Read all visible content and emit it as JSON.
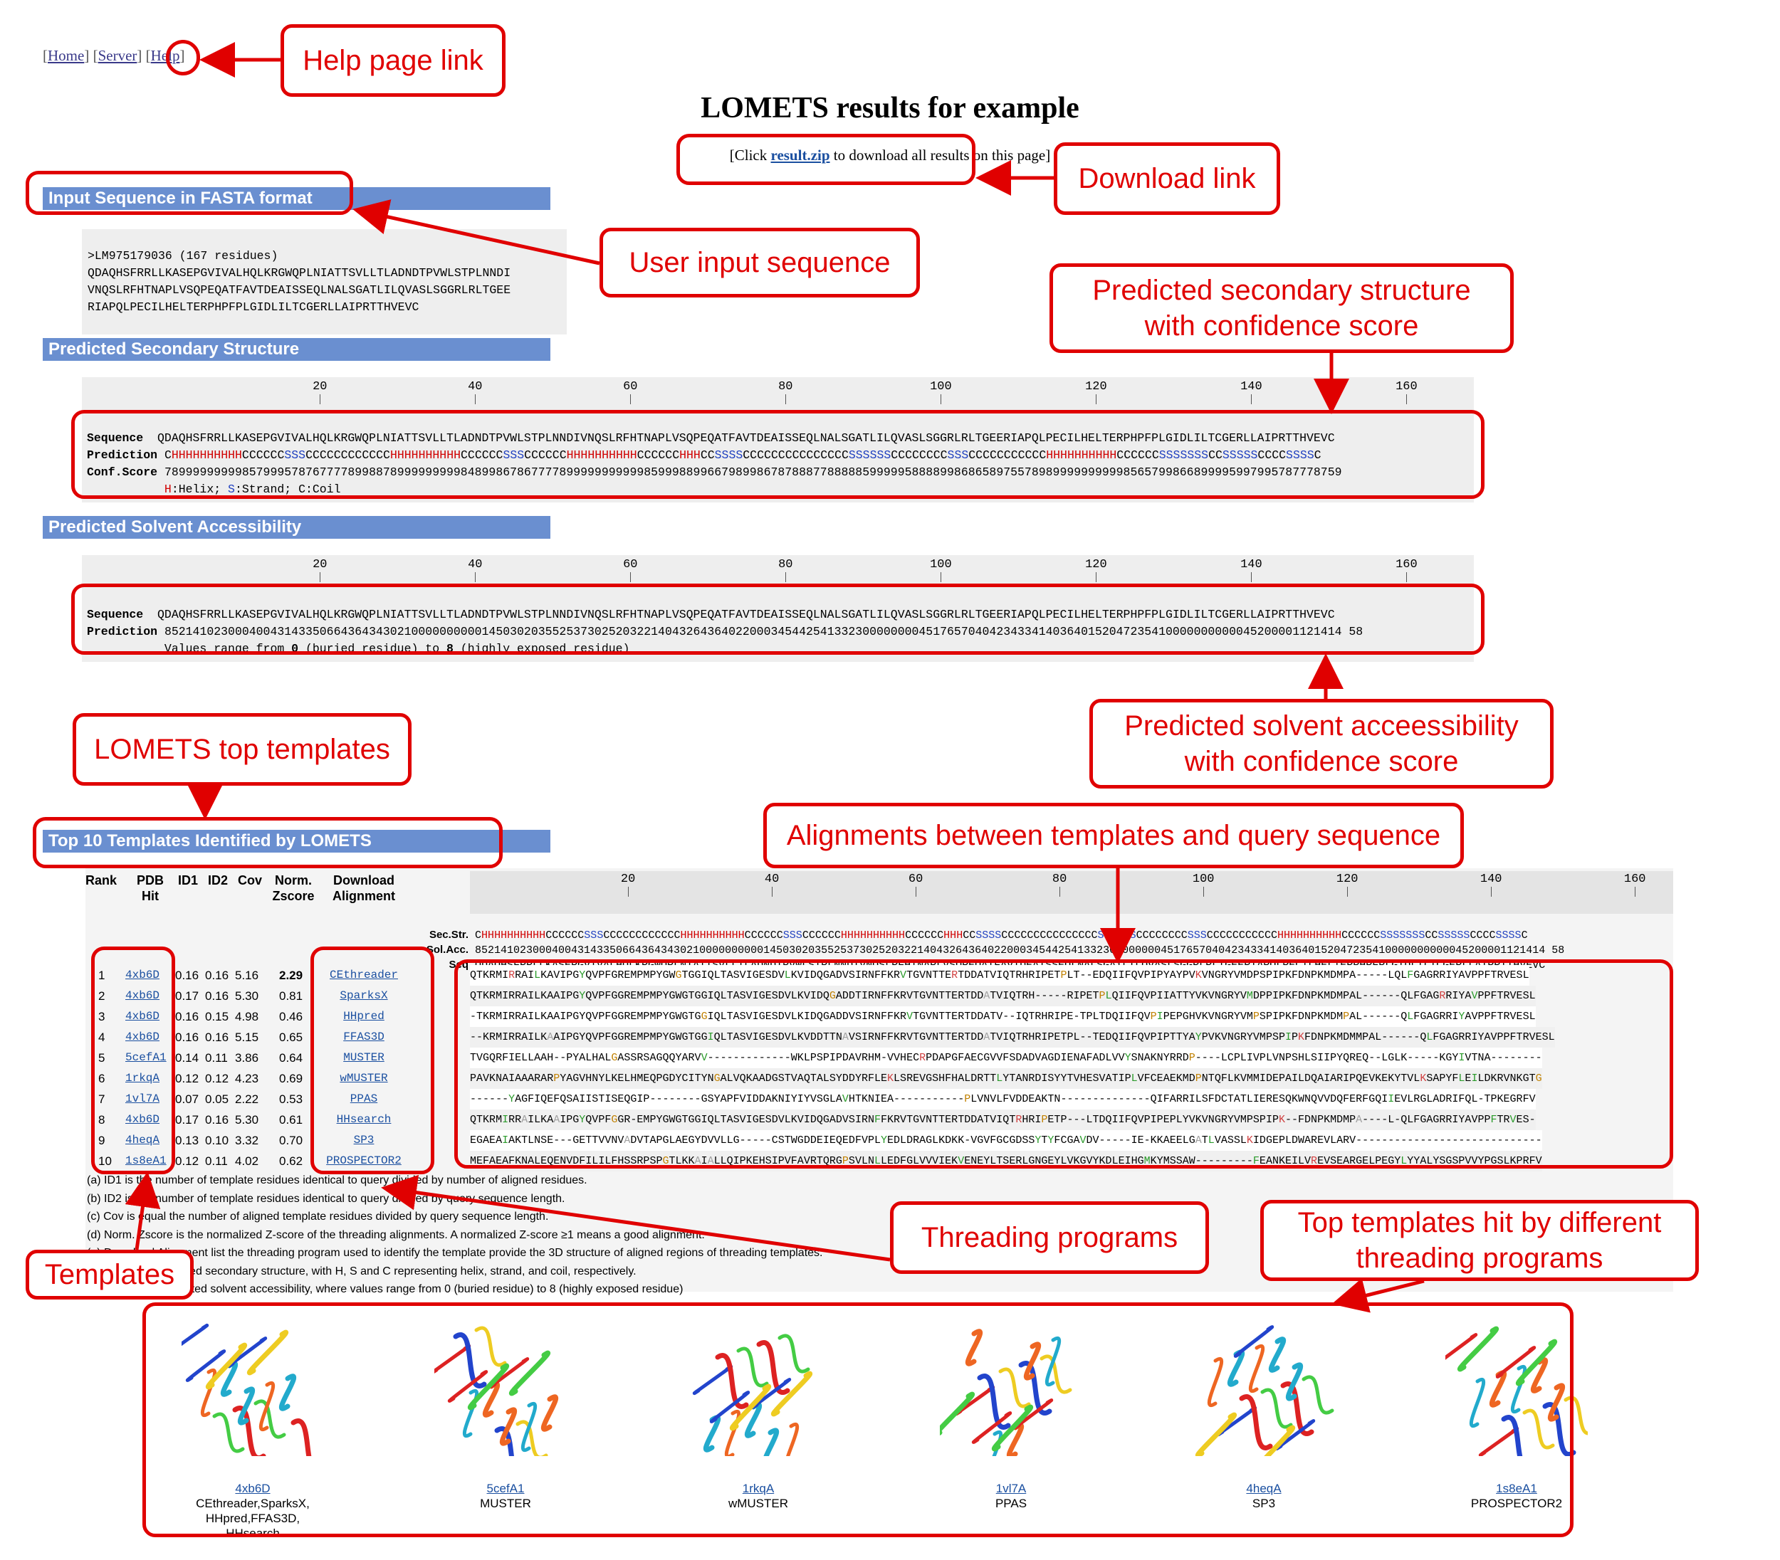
{
  "nav": {
    "home": "Home",
    "server": "Server",
    "help": "Help"
  },
  "title": "LOMETS results for example",
  "download": {
    "prefix": "[Click ",
    "link": "result.zip",
    "suffix": " to download all results on this page]"
  },
  "fasta": {
    "header": "Input Sequence in FASTA format",
    "lines": [
      ">LM975179036 (167 residues)",
      "QDAQHSFRRLLKASEPGVIVALHQLKRGWQPLNIATTSVLLTLADNDTPVWLSTPLNNDI",
      "VNQSLRFHTNAPLVSQPEQATFAVTDEAISSEQLNALSGATLILQVASLSGGRLRLTGEE",
      "RIAPQLPECILHELTERPHPFPLGIDLILTCGERLLAIPRTTHVEVC"
    ]
  },
  "ruler_ticks": [
    "20",
    "40",
    "60",
    "80",
    "100",
    "120",
    "140",
    "160"
  ],
  "ss": {
    "header": "Predicted Secondary Structure",
    "labels": {
      "seq": "Sequence",
      "pred": "Prediction",
      "conf": "Conf.Score"
    },
    "sequence": "QDAQHSFRRLLKASEPGVIVALHQLKRGWQPLNIATTSVLLTLADNDTPVWLSTPLNNDIVNQSLRFHTNAPLVSQPEQATFAVTDEAISSEQLNALSGATLILQVASLSGGRLRLTGEERIAPQLPECILHELTERPHPFPLGIDLILTCGERLLAIPRTTHVEVC",
    "prediction": "CHHHHHHHHHHCCCCCCSSSCCCCCCCCCCCCHHHHHHHHHHCCCCCCSSSCCCCCCHHHHHHHHHHCCCCCCHHHCCSSSSCCCCCCCCCCCCCCCSSSSSSCCCCCCCCSSSCCCCCCCCCCCHHHHHHHHHHCCCCCCSSSSSSSCCSSSSSCCCCSSSSC",
    "confidence": "78999999999857999578767777899887899999999984899867867777899999999999859998899667989986787888778888859999958888998686589755789899999999998565799866899995997995787778759",
    "legend": {
      "h": "H",
      "h_label": ":Helix; ",
      "s": "S",
      "s_label": ":Strand; C:Coil"
    }
  },
  "sa": {
    "header": "Predicted Solvent Accessibility",
    "labels": {
      "seq": "Sequence",
      "pred": "Prediction"
    },
    "sequence": "QDAQHSFRRLLKASEPGVIVALHQLKRGWQPLNIATTSVLLTLADNDTPVWLSTPLNNDIVNQSLRFHTNAPLVSQPEQATFAVTDEAISSEQLNALSGATLILQVASLSGGRLRLTGEERIAPQLPECILHELTERPHPFPLGIDLILTCGERLLAIPRTTHVEVC",
    "prediction": "85214102300040043143350664364343021000000000014503020355253730252032214043264364022000345442541332300000000451765704042343341403640152047235410000000000045200001121414 58",
    "legend": {
      "prefix": "Values range from ",
      "zero": "0",
      "mid": " (buried residue) to ",
      "eight": "8",
      "suffix": " (highly exposed residue)"
    }
  },
  "templates": {
    "header": "Top 10 Templates Identified by LOMETS",
    "columns": [
      "Rank",
      "PDB Hit",
      "ID1",
      "ID2",
      "Cov",
      "Norm. Zscore",
      "Download Alignment"
    ],
    "rows": [
      {
        "rank": "1",
        "pdb": "4xb6D",
        "id1": "0.16",
        "id2": "0.16",
        "cov": "5.16",
        "z": "2.29",
        "prog": "CEthreader",
        "aln": "QTKRMIRRAILKAVIPGYQVPFGREMPMPYGWGTGGIQLTASVIGESDVLKVIDQGADVSIRNFFKRVTGVNTTERTDDATVIQTRHRIPETPLT--EDQIIFQVPIPYAYPVKVNGRYVMDPSPIPKFDNPKMDMPA-----LQLFGAGRRIYAVPPFTRVESL"
      },
      {
        "rank": "2",
        "pdb": "4xb6D",
        "id1": "0.17",
        "id2": "0.16",
        "cov": "5.30",
        "z": "0.81",
        "prog": "SparksX",
        "aln": "QTKRMIRRAILKAAIPGYQVPFGGREMPMPYGWGTGGIQLTASVIGESDVLKVIDQGADDTIRNFFKRVTGVNTTERTDDATVIQTRH-----RIPETPLQIIFQVPIIATTYVKVNGRYVMDPPIPKFDNPKMDMPAL------QLFGAGRRIYAVPPFTRVESL"
      },
      {
        "rank": "3",
        "pdb": "4xb6D",
        "id1": "0.16",
        "id2": "0.15",
        "cov": "4.98",
        "z": "0.46",
        "prog": "HHpred",
        "aln": "-TKRMIRRAILKAAIPGYQVPFGGREMPMPYGWGTGGIQLTASVIGESDVLKIDQGADDVSIRNFFKRVTGVNTTERTDDATV--IQTRHRIPE-TPLTDQIIFQVPIPEPGHVKVNGRYVMPSPIPKFDNPKMDMPAL------QLFGAGRRIYAVPPFTRVESL"
      },
      {
        "rank": "4",
        "pdb": "4xb6D",
        "id1": "0.16",
        "id2": "0.16",
        "cov": "5.15",
        "z": "0.65",
        "prog": "FFAS3D",
        "aln": "--KRMIRRAILKAAIPGYQVPFGGREMPMPYGWGTGGIQLTASVIGESDVLKVDDTTNAVSIRNFFKRVTGVNTTERTDDATVIQTRHRIPETPL--TEDQIIFQVPIPTTYAYPVKVNGRYVMPSPIPKFDNPKMDMMPAL------QLFGAGRRIYAVPPFTRVESL"
      },
      {
        "rank": "5",
        "pdb": "5cefA1",
        "id1": "0.14",
        "id2": "0.11",
        "cov": "3.86",
        "z": "0.64",
        "prog": "MUSTER",
        "aln": "TVGQRFIELLAAH--PYALHALGASSRSAGQQYARVV-------------WKLPSPIPDAVRHM-VVHECRPDAPGFAECGVVFSDADVAGDIENAFADLVVYSNAKNYRRDP----LCPLIVPLVNPSHLSIIPYQREQ--LGLK-----KGYIVTNA--------"
      },
      {
        "rank": "6",
        "pdb": "1rkqA",
        "id1": "0.12",
        "id2": "0.12",
        "cov": "4.23",
        "z": "0.69",
        "prog": "wMUSTER",
        "aln": "PAVKNAIAAARARPYAGVHNYLKELHMEQPGDYCITYNGALVQKAADGSTVAQTALSYDDYRFLEKLSREVGSHFHALDRTTLYTANRDISYYTVHESVATIPLVFCEAEKMDPNTQFLKVMMIDEPAILDQAIARIPQEVKEKYTVLKSAPYFLEILDKRVNKGTG"
      },
      {
        "rank": "7",
        "pdb": "1vl7A",
        "id1": "0.07",
        "id2": "0.05",
        "cov": "2.22",
        "z": "0.53",
        "prog": "PPAS",
        "aln": "------YAGFIQEFQSAIISTISEQGIP--------GSYAPFVIDDAKNIYIYVSGLAVHTKNIEA-----------PLVNVLFVDDEAKTN--------------QIFARRILSFDCTATLIERESQKWNQVVDQFERFGQIIEVLRGLADRIFQL-TPKEGRFV"
      },
      {
        "rank": "8",
        "pdb": "4xb6D",
        "id1": "0.17",
        "id2": "0.16",
        "cov": "5.30",
        "z": "0.61",
        "prog": "HHsearch",
        "aln": "QTKRMIRRAILKAAIPGYQVPFGGR-EMPYGWGTGGIQLTASVIGESDVLKVIDQGADVSIRNFFKRVTGVNTTERTDDATVIQTRHRIPETP---LTDQIIFQVPIPEPLYVKVNGRYVMPSPIPK--FDNPKMDMPA----L-QLFGAGRRIYAVPPFTRVES-"
      },
      {
        "rank": "9",
        "pdb": "4heqA",
        "id1": "0.13",
        "id2": "0.10",
        "cov": "3.32",
        "z": "0.70",
        "prog": "SP3",
        "aln": "EGAEAIAKTLNSE---GETTVVNVADVTAPGLAEGYDVVLLG-----CSTWGDDEIEQEDFVPLYEDLDRAGLKDKK-VGVFGCGDSSYTYFCGAVDV-----IE-KKAEELGATLVASSLKIDGEPLDWAREVLARV-----------------------------"
      },
      {
        "rank": "10",
        "pdb": "1s8eA1",
        "id1": "0.12",
        "id2": "0.11",
        "cov": "4.02",
        "z": "0.62",
        "prog": "PROSPECTOR2",
        "aln": "MEFAEAFKNALEQENVDFILILFHSSRPSPGTLKKAIALLQIPKEHSIPVFAVRTQRGPSVLNLLEDFGLVVVIEKVENEYLTSERLGNGEYLVKGVYKDLEIHGMKYMSSAW---------FEANKEILVREVSEARGELPEGYLYYALYSGSPVVYPGSLKPRFV"
      }
    ],
    "aln_labels": {
      "ss": "Sec.Str.",
      "sa": "Sol.Acc.",
      "seq": "Seq"
    },
    "aln_ss": "CHHHHHHHHHHCCCCCCSSSCCCCCCCCCCCCHHHHHHHHHHCCCCCCSSSCCCCCCHHHHHHHHHHCCCCCCHHHCCSSSSCCCCCCCCCCCCCCCSSSSSSCCCCCCCCSSSCCCCCCCCCCCHHHHHHHHHHCCCCCCSSSSSSSCCSSSSSCCCCSSSSC",
    "aln_sa": "85214102300040043143350664364343021000000000014503020355253730252032214043264364022000345442541332300000000451765704042343341403640152047235410000000000045200001121414 58",
    "aln_seq": "QDAQHSFRRLLKASEPGVIVALHQLKRGWQPLNIATTSVLLTLADNDTPVWLSTPLNNDIVNQSLRFHTNAPLVSQPEQATFAVTDEAISSEQLNALSGATLILQVASLSGGRLRLTGEERIAPQLPECILHELTERPHPFPLGIDLILTCGERLLAIPRTTHVEVC",
    "notes": [
      {
        "tag": "(a)",
        "text": "ID1 is the number of template residues identical to query divided by number of aligned residues."
      },
      {
        "tag": "(b)",
        "text": "ID2 is the number of template residues identical to query divided by query sequence length."
      },
      {
        "tag": "(c)",
        "text": "Cov is equal the number of aligned template residues divided by query sequence length."
      },
      {
        "tag": "(d)",
        "text": "Norm. Zscore is the normalized Z-score of the threading alignments. A normalized Z-score ≥1 means a good alignment."
      },
      {
        "tag": "(e)",
        "text": "Download Alignment list the threading program used to identify the template provide the 3D structure of aligned regions of threading templates."
      },
      {
        "tag": "(f)",
        "text": "Sec.Str. is predicted secondary structure, with H, S and C representing helix, strand, and coil, respectively."
      },
      {
        "tag": "(g)",
        "text": "Sol.Acc. is predicted solvent accessibility, where values range from 0 (buried residue) to 8 (highly exposed residue)"
      }
    ],
    "structures": [
      {
        "id": "4xb6D",
        "programs": [
          "CEthreader,SparksX,",
          "HHpred,FFAS3D,",
          "HHsearch"
        ]
      },
      {
        "id": "5cefA1",
        "programs": [
          "MUSTER"
        ]
      },
      {
        "id": "1rkqA",
        "programs": [
          "wMUSTER"
        ]
      },
      {
        "id": "1vl7A",
        "programs": [
          "PPAS"
        ]
      },
      {
        "id": "4heqA",
        "programs": [
          "SP3"
        ]
      },
      {
        "id": "1s8eA1",
        "programs": [
          "PROSPECTOR2"
        ]
      }
    ]
  },
  "callouts": {
    "help": "Help page link",
    "download": "Download link",
    "input": "User input sequence",
    "ss": "Predicted secondary structure with confidence score",
    "sa": "Predicted solvent acceessibility with confidence score",
    "top": "LOMETS top templates",
    "aln": "Alignments between templates and query sequence",
    "threading": "Threading programs",
    "templates": "Templates",
    "tophits": "Top templates hit by different threading programs"
  },
  "colors": {
    "annotation": "#e00000",
    "section_bar": "#6a8fd0",
    "helix": "#d00000",
    "strand": "#2040c0"
  }
}
